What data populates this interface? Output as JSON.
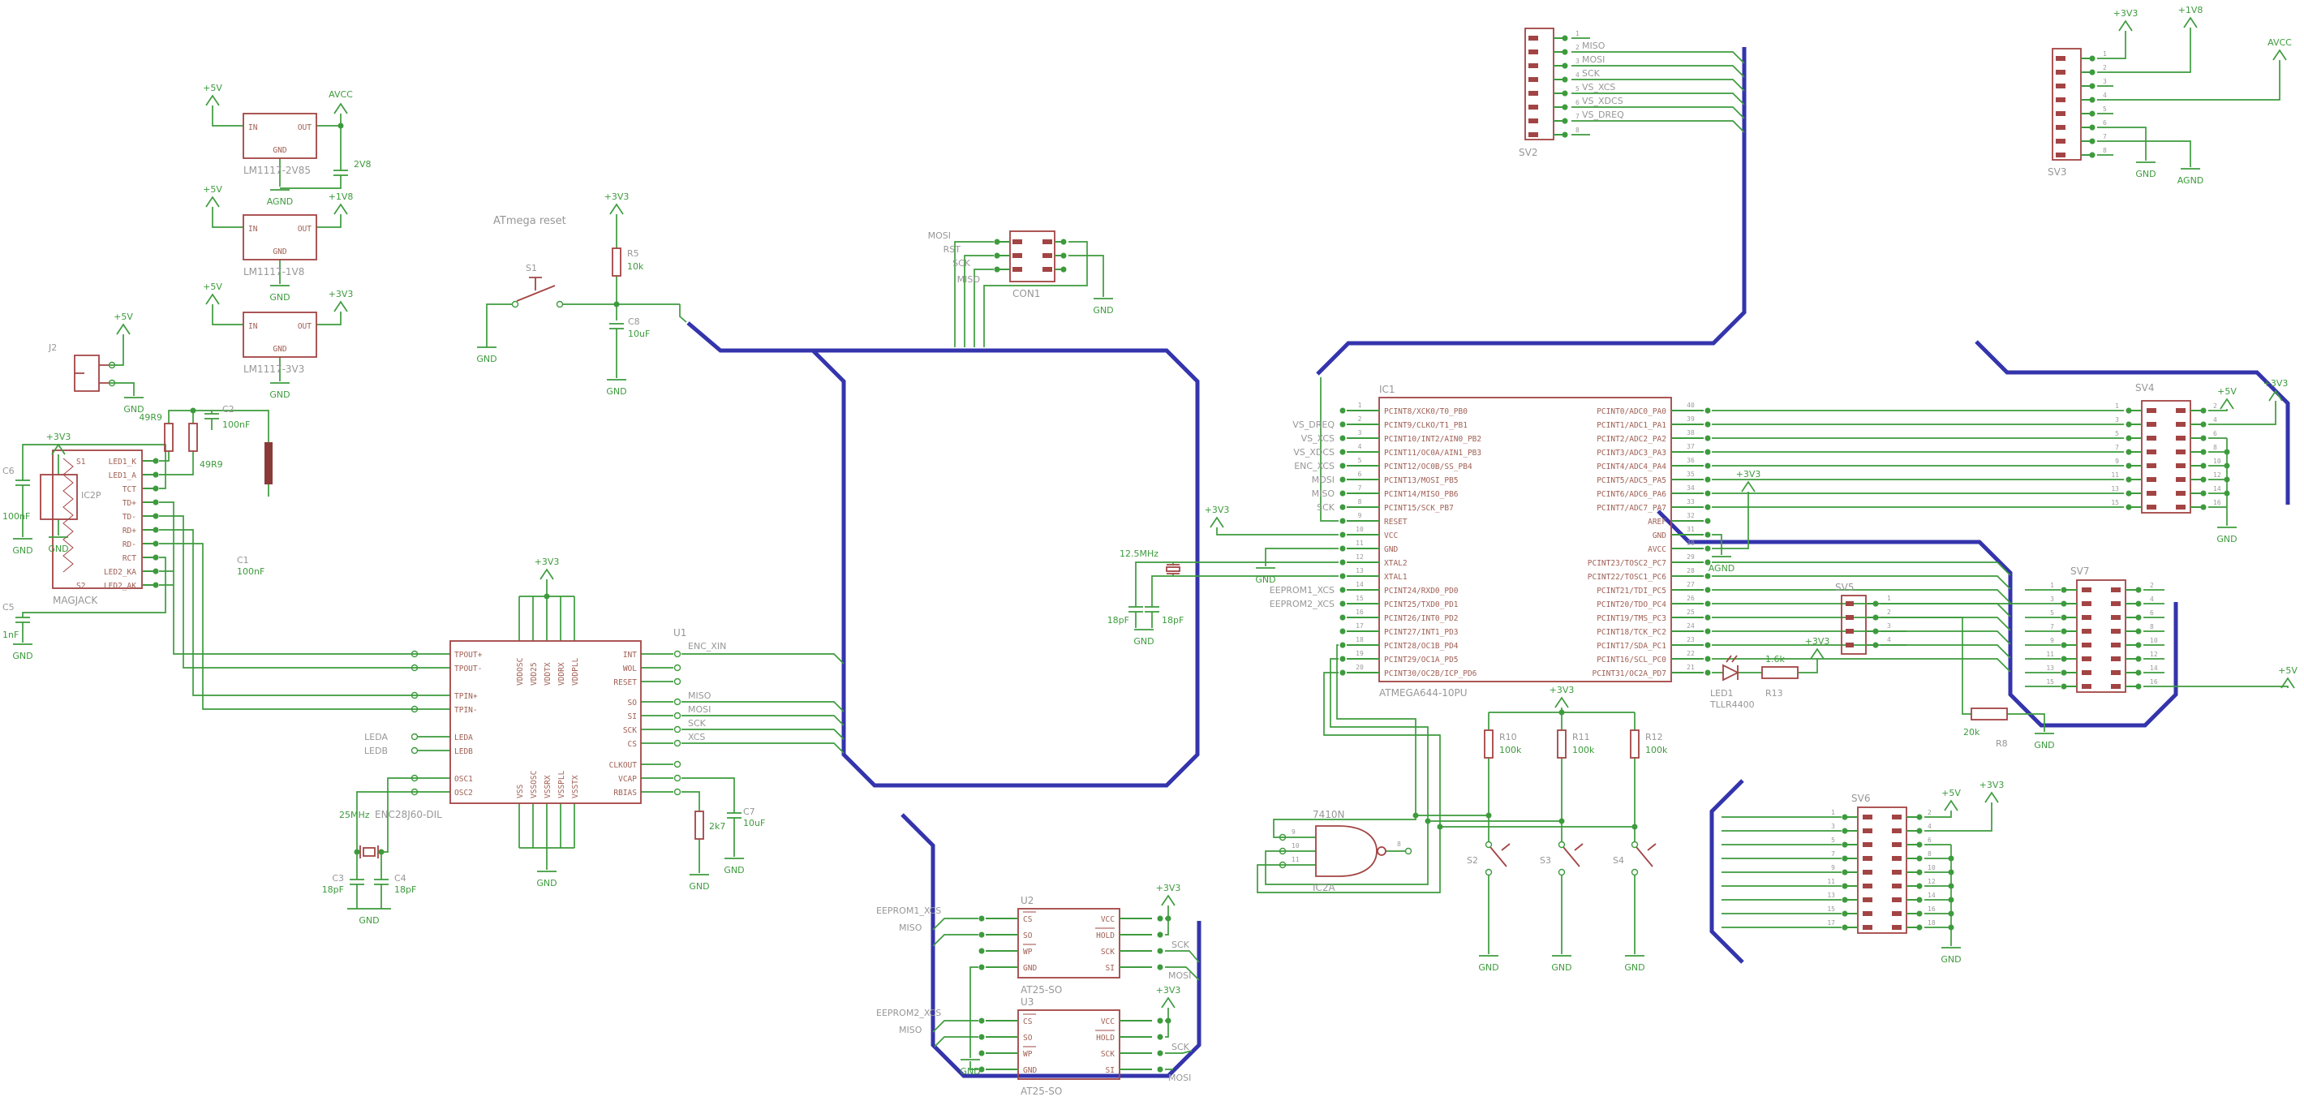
{
  "rails": {
    "v5": "+5V",
    "v33": "+3V3",
    "v18": "+1V8",
    "v28": "2V8",
    "avcc": "AVCC",
    "agnd": "AGND",
    "gnd": "GND"
  },
  "regs": {
    "pin_in": "IN",
    "pin_out": "OUT",
    "pin_gnd": "GND",
    "parts": [
      "LM1117-2V85",
      "LM1117-1V8",
      "LM1117-3V3"
    ]
  },
  "j2": {
    "name": "J2"
  },
  "ic2p": {
    "name": "IC2P"
  },
  "magjack": {
    "value": "MAGJACK",
    "shield1": "S1",
    "shield2": "S2",
    "pins": [
      "LED1_K",
      "LED1_A",
      "TCT",
      "TD+",
      "TD-",
      "RD+",
      "RD-",
      "RCT",
      "LED2_KA",
      "LED2_AK"
    ],
    "c6_name": "C6",
    "c6_val": "100nF",
    "c5_name": "C5",
    "c5_val": "1nF"
  },
  "frontend": {
    "r1_val": "49R9",
    "r2_val": "49R9",
    "c2_name": "C2",
    "c2_val": "100nF",
    "c1_name": "C1",
    "c1_val": "100nF",
    "c3_name": "C3",
    "c3_val": "18pF",
    "c4_name": "C4",
    "c4_val": "18pF"
  },
  "u1": {
    "name": "U1",
    "value": "ENC28J60-DIL",
    "xtal_val": "25MHz",
    "left_pins": [
      "TPOUT+",
      "TPOUT-",
      "TPIN+",
      "TPIN-",
      "LEDA",
      "LEDB",
      "OSC1",
      "OSC2"
    ],
    "right_pins": [
      "INT",
      "WOL",
      "RESET",
      "SO",
      "SI",
      "SCK",
      "CS",
      "CLKOUT",
      "VCAP",
      "RBIAS"
    ],
    "top_pins": [
      "VDDOSC",
      "VDD25",
      "VDDTX",
      "VDDRX",
      "VDDPLL"
    ],
    "bottom_pins": [
      "VSS",
      "VSSOSC",
      "VSSRX",
      "VSSPLL",
      "VSSTX"
    ],
    "net_enc_xin": "ENC_XIN",
    "net_miso": "MISO",
    "net_mosi": "MOSI",
    "net_sck": "SCK",
    "net_xcs": "XCS",
    "net_leda": "LEDA",
    "net_ledb": "LEDB",
    "c7_name": "C7",
    "c7_val": "10uF",
    "r6_val": "2k7"
  },
  "reset": {
    "title": "ATmega reset",
    "sw": "S1",
    "r_name": "R5",
    "r_val": "10k",
    "c_name": "C8",
    "c_val": "10uF"
  },
  "con1": {
    "name": "CON1",
    "net_mosi": "MOSI",
    "net_rst": "RST",
    "net_sck": "SCK",
    "net_miso": "MISO"
  },
  "sv2": {
    "name": "SV2",
    "nets": [
      "MISO",
      "MOSI",
      "SCK",
      "VS_XCS",
      "VS_XDCS",
      "VS_DREQ"
    ],
    "nums": [
      "1",
      "2",
      "3",
      "4",
      "5",
      "6",
      "7",
      "8"
    ]
  },
  "sv3": {
    "name": "SV3",
    "nums": [
      "1",
      "2",
      "3",
      "4",
      "5",
      "6",
      "7",
      "8"
    ]
  },
  "ic1": {
    "name": "IC1",
    "value": "ATMEGA644-10PU",
    "left_pins": [
      "PCINT8/XCK0/T0_PB0",
      "PCINT9/CLKO/T1_PB1",
      "PCINT10/INT2/AIN0_PB2",
      "PCINT11/OC0A/AIN1_PB3",
      "PCINT12/OC0B/SS_PB4",
      "PCINT13/MOSI_PB5",
      "PCINT14/MISO_PB6",
      "PCINT15/SCK_PB7",
      "RESET",
      "VCC",
      "GND",
      "XTAL2",
      "XTAL1",
      "PCINT24/RXD0_PD0",
      "PCINT25/TXD0_PD1",
      "PCINT26/INT0_PD2",
      "PCINT27/INT1_PD3",
      "PCINT28/OC1B_PD4",
      "PCINT29/OC1A_PD5",
      "PCINT30/OC2B/ICP_PD6"
    ],
    "right_pins": [
      "PCINT0/ADC0_PA0",
      "PCINT1/ADC1_PA1",
      "PCINT2/ADC2_PA2",
      "PCINT3/ADC3_PA3",
      "PCINT4/ADC4_PA4",
      "PCINT5/ADC5_PA5",
      "PCINT6/ADC6_PA6",
      "PCINT7/ADC7_PA7",
      "AREF",
      "GND",
      "AVCC",
      "PCINT23/TOSC2_PC7",
      "PCINT22/TOSC1_PC6",
      "PCINT21/TDI_PC5",
      "PCINT20/TDO_PC4",
      "PCINT19/TMS_PC3",
      "PCINT18/TCK_PC2",
      "PCINT17/SDA_PC1",
      "PCINT16/SCL_PC0",
      "PCINT31/OC2A_PD7"
    ],
    "left_nums": [
      "1",
      "2",
      "3",
      "4",
      "5",
      "6",
      "7",
      "8",
      "9",
      "10",
      "11",
      "12",
      "13",
      "14",
      "15",
      "16",
      "17",
      "18",
      "19",
      "20"
    ],
    "right_nums": [
      "40",
      "39",
      "38",
      "37",
      "36",
      "35",
      "34",
      "33",
      "32",
      "31",
      "30",
      "29",
      "28",
      "27",
      "26",
      "25",
      "24",
      "23",
      "22",
      "21"
    ],
    "left_nets": [
      "VS_DREQ",
      "VS_XCS",
      "VS_XDCS",
      "ENC_XCS",
      "MOSI",
      "MISO",
      "SCK"
    ],
    "eeprom_nets": [
      "EEPROM1_XCS",
      "EEPROM2_XCS"
    ],
    "xtal_val": "12.5MHz",
    "cl_val": "18pF",
    "cr_val": "18pF"
  },
  "led": {
    "name": "LED1",
    "value": "TLLR4400",
    "r_name": "R13",
    "r_val": "1.6k"
  },
  "gate": {
    "name": "IC2A",
    "value": "7410N",
    "n1": "9",
    "n2": "10",
    "n3": "11",
    "n4": "8"
  },
  "buttons": {
    "s2": "S2",
    "s3": "S3",
    "s4": "S4",
    "r10": "R10",
    "r11": "R11",
    "r12": "R12",
    "rv": "100k"
  },
  "eeprom": {
    "u2": "U2",
    "u3": "U3",
    "value": "AT25-SO",
    "left_pins": [
      "CS",
      "SO",
      "WP",
      "GND"
    ],
    "right_pins": [
      "VCC",
      "HOLD",
      "SCK",
      "SI"
    ],
    "net_cs1": "EEPROM1_XCS",
    "net_cs2": "EEPROM2_XCS",
    "net_miso": "MISO",
    "net_sck": "SCK",
    "net_mosi": "MOSI"
  },
  "r8": {
    "name": "R8",
    "value": "20k"
  },
  "sv4": {
    "name": "SV4",
    "l_nums": [
      "1",
      "3",
      "5",
      "7",
      "9",
      "11",
      "13",
      "15"
    ],
    "r_nums": [
      "2",
      "4",
      "6",
      "8",
      "10",
      "12",
      "14",
      "16"
    ]
  },
  "sv5": {
    "name": "SV5",
    "nums": [
      "1",
      "2",
      "3",
      "4"
    ]
  },
  "sv6": {
    "name": "SV6",
    "l_nums": [
      "1",
      "3",
      "5",
      "7",
      "9",
      "11",
      "13",
      "15",
      "17"
    ],
    "r_nums": [
      "2",
      "4",
      "6",
      "8",
      "10",
      "12",
      "14",
      "16",
      "18"
    ]
  },
  "sv7": {
    "name": "SV7",
    "l_nums": [
      "1",
      "3",
      "5",
      "7",
      "9",
      "11",
      "13",
      "15"
    ],
    "r_nums": [
      "2",
      "4",
      "6",
      "8",
      "10",
      "12",
      "14",
      "16"
    ]
  }
}
